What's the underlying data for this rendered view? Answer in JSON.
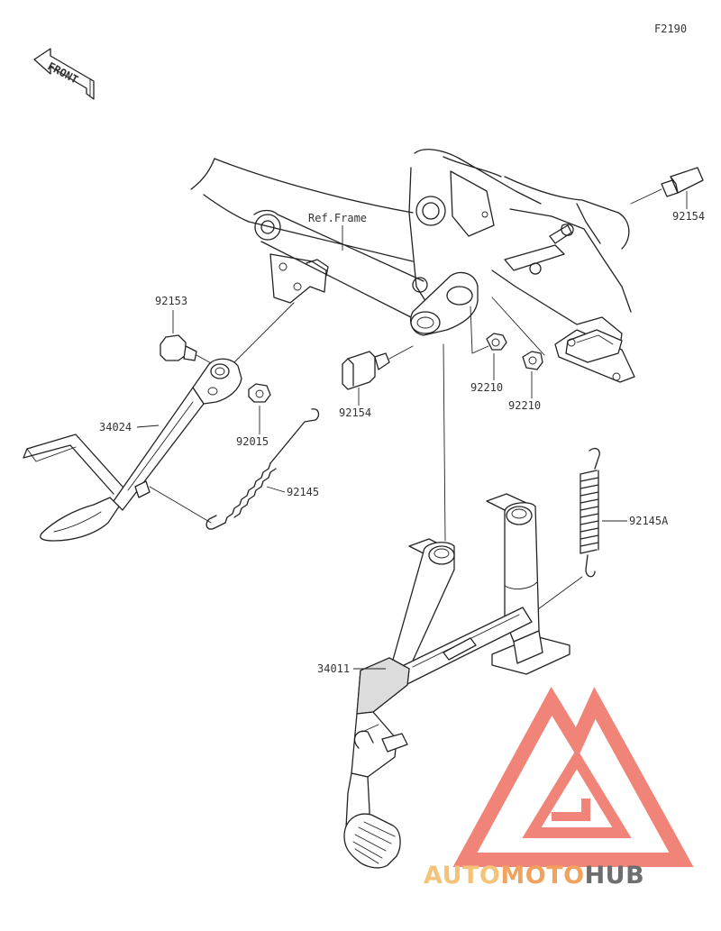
{
  "diagram_code": "F2190",
  "front_label": "FRONT",
  "ref_frame_label": "Ref.Frame",
  "parts": {
    "p92153": "92153",
    "p34024": "34024",
    "p92015": "92015",
    "p92145": "92145",
    "p92154_left": "92154",
    "p92154_right": "92154",
    "p92210_a": "92210",
    "p92210_b": "92210",
    "p92145A": "92145A",
    "p34011": "34011"
  },
  "watermark": {
    "part1": "AUTO",
    "part2": "MOTO",
    "part3": "HUB",
    "colors": {
      "logo": "#f07a6e",
      "auto": "#f5c27a",
      "moto": "#f2a25c",
      "hub": "#6e6e6e"
    }
  }
}
